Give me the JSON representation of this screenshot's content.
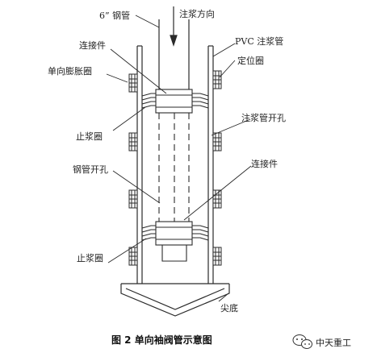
{
  "labels": {
    "steel_pipe": "6” 钢管",
    "grout_direction": "注浆方向",
    "connector_top": "连接件",
    "pvc_grout_pipe": "PVC 注浆管",
    "positioning_ring": "定位圈",
    "one_way_expansion_ring": "单向膨胀圈",
    "grout_pipe_hole": "注浆管开孔",
    "grout_stop_ring_upper": "止浆圈",
    "steel_pipe_hole": "钢管开孔",
    "connector_mid": "连接件",
    "grout_stop_ring_lower": "止浆圈",
    "tip_bottom": "尖底"
  },
  "caption": "图 2  单向袖阀管示意图",
  "watermark": {
    "text": "中天重工",
    "icon": "wechat-icon"
  },
  "colors": {
    "line": "#2a2a2a",
    "background": "#ffffff"
  }
}
